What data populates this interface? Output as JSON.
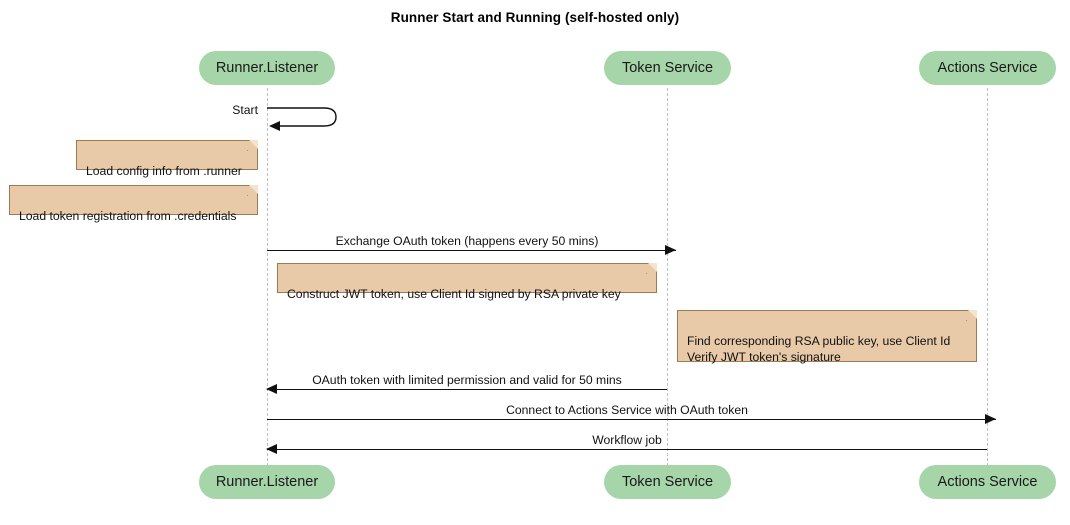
{
  "title": "Runner Start and Running (self-hosted only)",
  "colors": {
    "participant_fill": "#a6d5a9",
    "note_fill": "#e8c9a8",
    "note_border": "#9a7b55",
    "line": "#111111",
    "lifeline": "#bfbfbf",
    "background": "#ffffff"
  },
  "participants": [
    {
      "id": "runner",
      "label": "Runner.Listener"
    },
    {
      "id": "token",
      "label": "Token Service"
    },
    {
      "id": "actions",
      "label": "Actions Service"
    }
  ],
  "participants_bottom": [
    {
      "id": "runner",
      "label": "Runner.Listener"
    },
    {
      "id": "token",
      "label": "Token Service"
    },
    {
      "id": "actions",
      "label": "Actions Service"
    }
  ],
  "messages": [
    {
      "id": "start",
      "label": "Start",
      "kind": "self",
      "from": "runner",
      "to": "runner"
    },
    {
      "id": "exchange-oauth-token",
      "label": "Exchange OAuth token (happens every 50 mins)",
      "kind": "sync",
      "direction": "right",
      "from": "runner",
      "to": "token"
    },
    {
      "id": "oauth-token-reply",
      "label": "OAuth token with limited permission and valid for 50 mins",
      "kind": "sync",
      "direction": "left",
      "from": "token",
      "to": "runner"
    },
    {
      "id": "connect-actions-service",
      "label": "Connect to Actions Service with OAuth token",
      "kind": "sync",
      "direction": "right",
      "from": "runner",
      "to": "actions"
    },
    {
      "id": "workflow-job",
      "label": "Workflow job",
      "kind": "sync",
      "direction": "left",
      "from": "actions",
      "to": "runner"
    }
  ],
  "notes": [
    {
      "id": "load-config",
      "text": "Load config info from .runner",
      "attached_to": "runner"
    },
    {
      "id": "load-token-registration",
      "text": "Load token registration from .credentials",
      "attached_to": "runner"
    },
    {
      "id": "construct-jwt",
      "text": "Construct JWT token, use Client Id signed by RSA private key",
      "attached_to": "runner"
    },
    {
      "id": "verify-jwt",
      "text": "Find corresponding RSA public key, use Client Id\nVerify JWT token's signature",
      "attached_to": "token"
    }
  ]
}
